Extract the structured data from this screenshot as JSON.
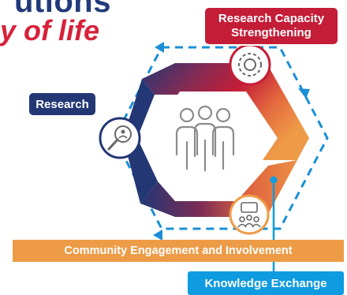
{
  "header": {
    "title_fragment": "utions",
    "subtitle_fragment": "y of life"
  },
  "labels": {
    "research_capacity": "Research Capacity Strengthening",
    "research": "Research",
    "community": "Community Engagement and Involvement",
    "knowledge": "Knowledge Exchange"
  },
  "colors": {
    "navy": "#233775",
    "red": "#c41d37",
    "orange": "#ee9b47",
    "blue": "#0f9be0",
    "dashed": "#1a8fd6"
  },
  "icons": {
    "center": "people-group-icon",
    "top_right": "gear-head-icon",
    "left": "search-people-icon",
    "bottom_right": "discussion-people-icon"
  }
}
